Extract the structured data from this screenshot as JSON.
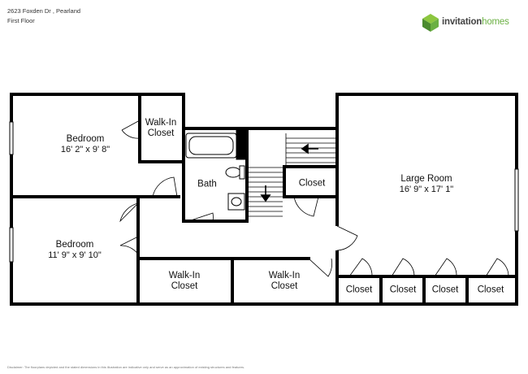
{
  "header": {
    "address": "2623 Foxden Dr , Pearland",
    "floor": "First Floor"
  },
  "logo": {
    "brand_part1": "invitation",
    "brand_part2": "homes",
    "colors": {
      "text": "#444444",
      "accent_green": "#6bb043",
      "dark_green": "#4a8a2e"
    }
  },
  "rooms": {
    "bedroom1": {
      "name": "Bedroom",
      "dims": "16' 2\" x 9' 8\""
    },
    "walkin1": {
      "name": "Walk-In",
      "name2": "Closet"
    },
    "bath": {
      "name": "Bath"
    },
    "closet_small": {
      "name": "Closet"
    },
    "large_room": {
      "name": "Large Room",
      "dims": "16' 9\" x 17' 1\""
    },
    "bedroom2": {
      "name": "Bedroom",
      "dims": "11' 9\" x 9' 10\""
    },
    "walkin2": {
      "name": "Walk-In",
      "name2": "Closet"
    },
    "walkin3": {
      "name": "Walk-In",
      "name2": "Closet"
    },
    "closet_a": {
      "name": "Closet"
    },
    "closet_b": {
      "name": "Closet"
    },
    "closet_c": {
      "name": "Closet"
    },
    "closet_d": {
      "name": "Closet"
    }
  },
  "disclaimer": "Disclaimer: The floorplans depicted and the stated dimensions in this illustration are indicative only and serve as an approximation of existing structures and features."
}
